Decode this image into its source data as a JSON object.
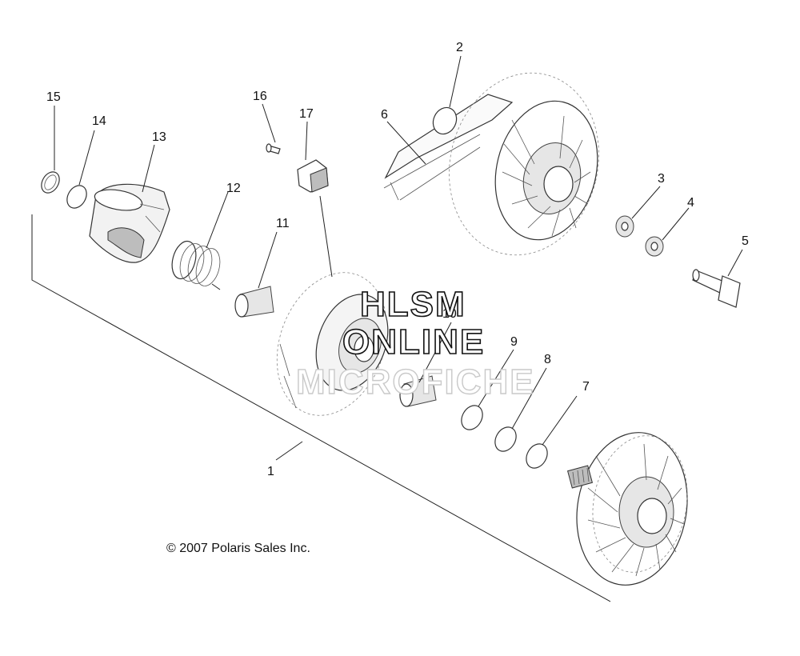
{
  "diagram": {
    "callouts": [
      "1",
      "2",
      "3",
      "4",
      "5",
      "6",
      "7",
      "8",
      "9",
      "10",
      "11",
      "12",
      "13",
      "14",
      "15",
      "16",
      "17"
    ],
    "copyright": "© 2007 Polaris Sales Inc.",
    "watermark": {
      "line1": "HLSM",
      "line2": "ONLINE",
      "line3": "MICROFICHE"
    }
  }
}
